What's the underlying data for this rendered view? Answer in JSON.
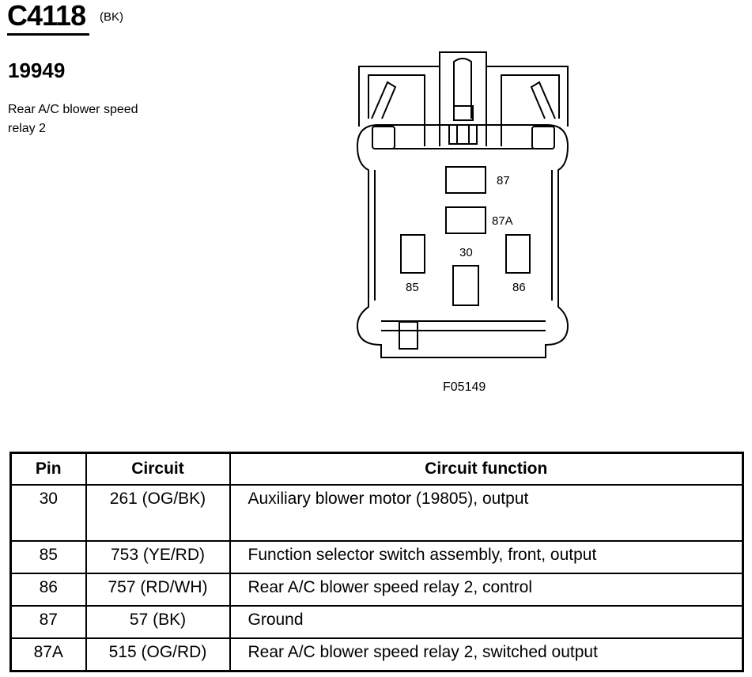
{
  "header": {
    "connector_id": "C4118",
    "color_code": "(BK)",
    "part_number": "19949",
    "description": "Rear A/C blower speed relay 2"
  },
  "diagram": {
    "figure_id": "F05149",
    "pin_labels": {
      "p87": "87",
      "p87a": "87A",
      "p30": "30",
      "p85": "85",
      "p86": "86"
    }
  },
  "table": {
    "headers": [
      "Pin",
      "Circuit",
      "Circuit function"
    ],
    "rows": [
      {
        "pin": "30",
        "circuit": "261 (OG/BK)",
        "function": "Auxiliary blower motor (19805), output"
      },
      {
        "pin": "85",
        "circuit": "753 (YE/RD)",
        "function": "Function selector switch assembly, front, output"
      },
      {
        "pin": "86",
        "circuit": "757 (RD/WH)",
        "function": "Rear A/C blower speed relay 2, control"
      },
      {
        "pin": "87",
        "circuit": "57 (BK)",
        "function": "Ground"
      },
      {
        "pin": "87A",
        "circuit": "515 (OG/RD)",
        "function": "Rear A/C blower speed relay 2, switched output"
      }
    ]
  }
}
